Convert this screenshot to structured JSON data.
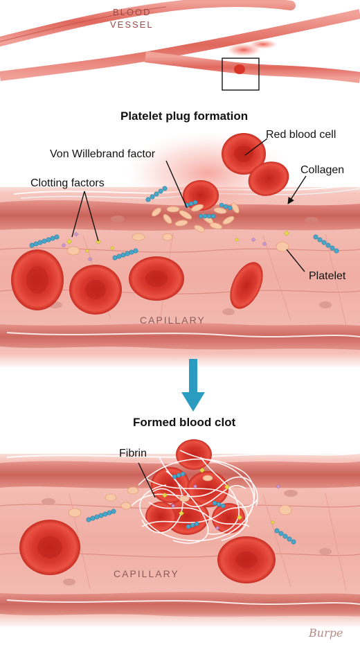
{
  "top": {
    "vessel_label_line1": "BLOOD",
    "vessel_label_line2": "VESSEL"
  },
  "panel1": {
    "title": "Platelet plug formation",
    "labels": {
      "red_blood_cell": "Red blood cell",
      "von_willebrand": "Von Willebrand factor",
      "collagen": "Collagen",
      "clotting_factors": "Clotting factors",
      "platelet": "Platelet",
      "capillary": "CAPILLARY"
    }
  },
  "panel2": {
    "title": "Formed blood clot",
    "labels": {
      "fibrin": "Fibrin",
      "capillary": "CAPILLARY"
    }
  },
  "signature": "Burpe",
  "colors": {
    "blood_red": "#d8352a",
    "tissue_pink": "#f2b7ae",
    "vessel_wall": "#c8584f",
    "arrow_blue": "#2a9cc1",
    "factor_blue": "#4aa6c8",
    "factor_yellow": "#e6d84a",
    "collagen_white": "#ffffff"
  }
}
